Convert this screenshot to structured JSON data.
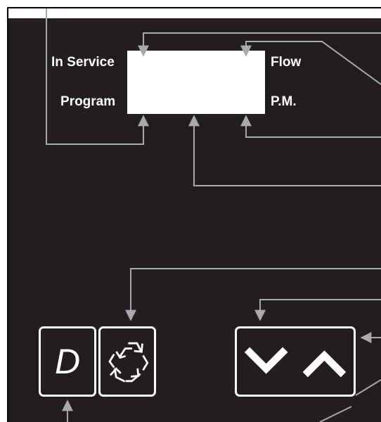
{
  "display_labels": {
    "in_service": "In Service",
    "program": "Program",
    "flow": "Flow",
    "pm": "P.M."
  },
  "buttons": {
    "d_label": "D",
    "regen_icon": "regeneration-cycle-icon",
    "down_icon": "chevron-down-icon",
    "up_icon": "chevron-up-icon"
  },
  "colors": {
    "panel": "#221e1f",
    "leader_lines": "#a7a9ac",
    "text": "#ffffff"
  }
}
